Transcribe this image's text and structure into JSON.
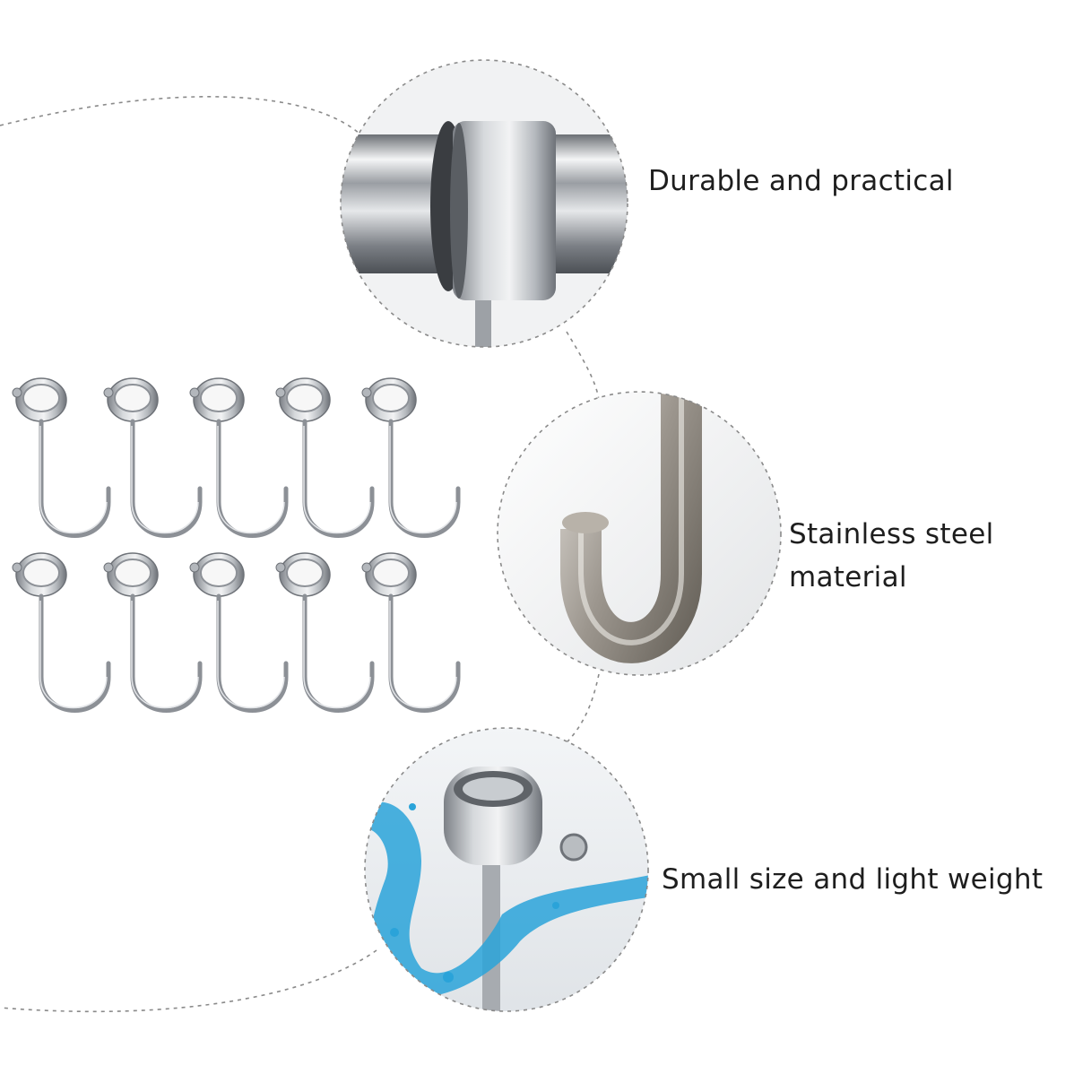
{
  "features": [
    {
      "line1": "Durable and practical",
      "line2": "",
      "icon": "steel-ring-on-rod-closeup"
    },
    {
      "line1": "Stainless steel",
      "line2": "material",
      "icon": "steel-j-hook-closeup"
    },
    {
      "line1": "Small size and light weight",
      "line2": "",
      "icon": "ring-hook-with-water-splash"
    }
  ],
  "product": {
    "hook_count": 10,
    "rows": 2,
    "per_row": 5,
    "icon": "ring-j-hook"
  },
  "colors": {
    "background": "#ffffff",
    "steel_light": "#e9ebee",
    "steel_mid": "#a9adb3",
    "steel_dark": "#6e7278",
    "dashed_line": "#8a8a8a",
    "water": "#2aa3d9",
    "text": "#1e1e1e"
  }
}
